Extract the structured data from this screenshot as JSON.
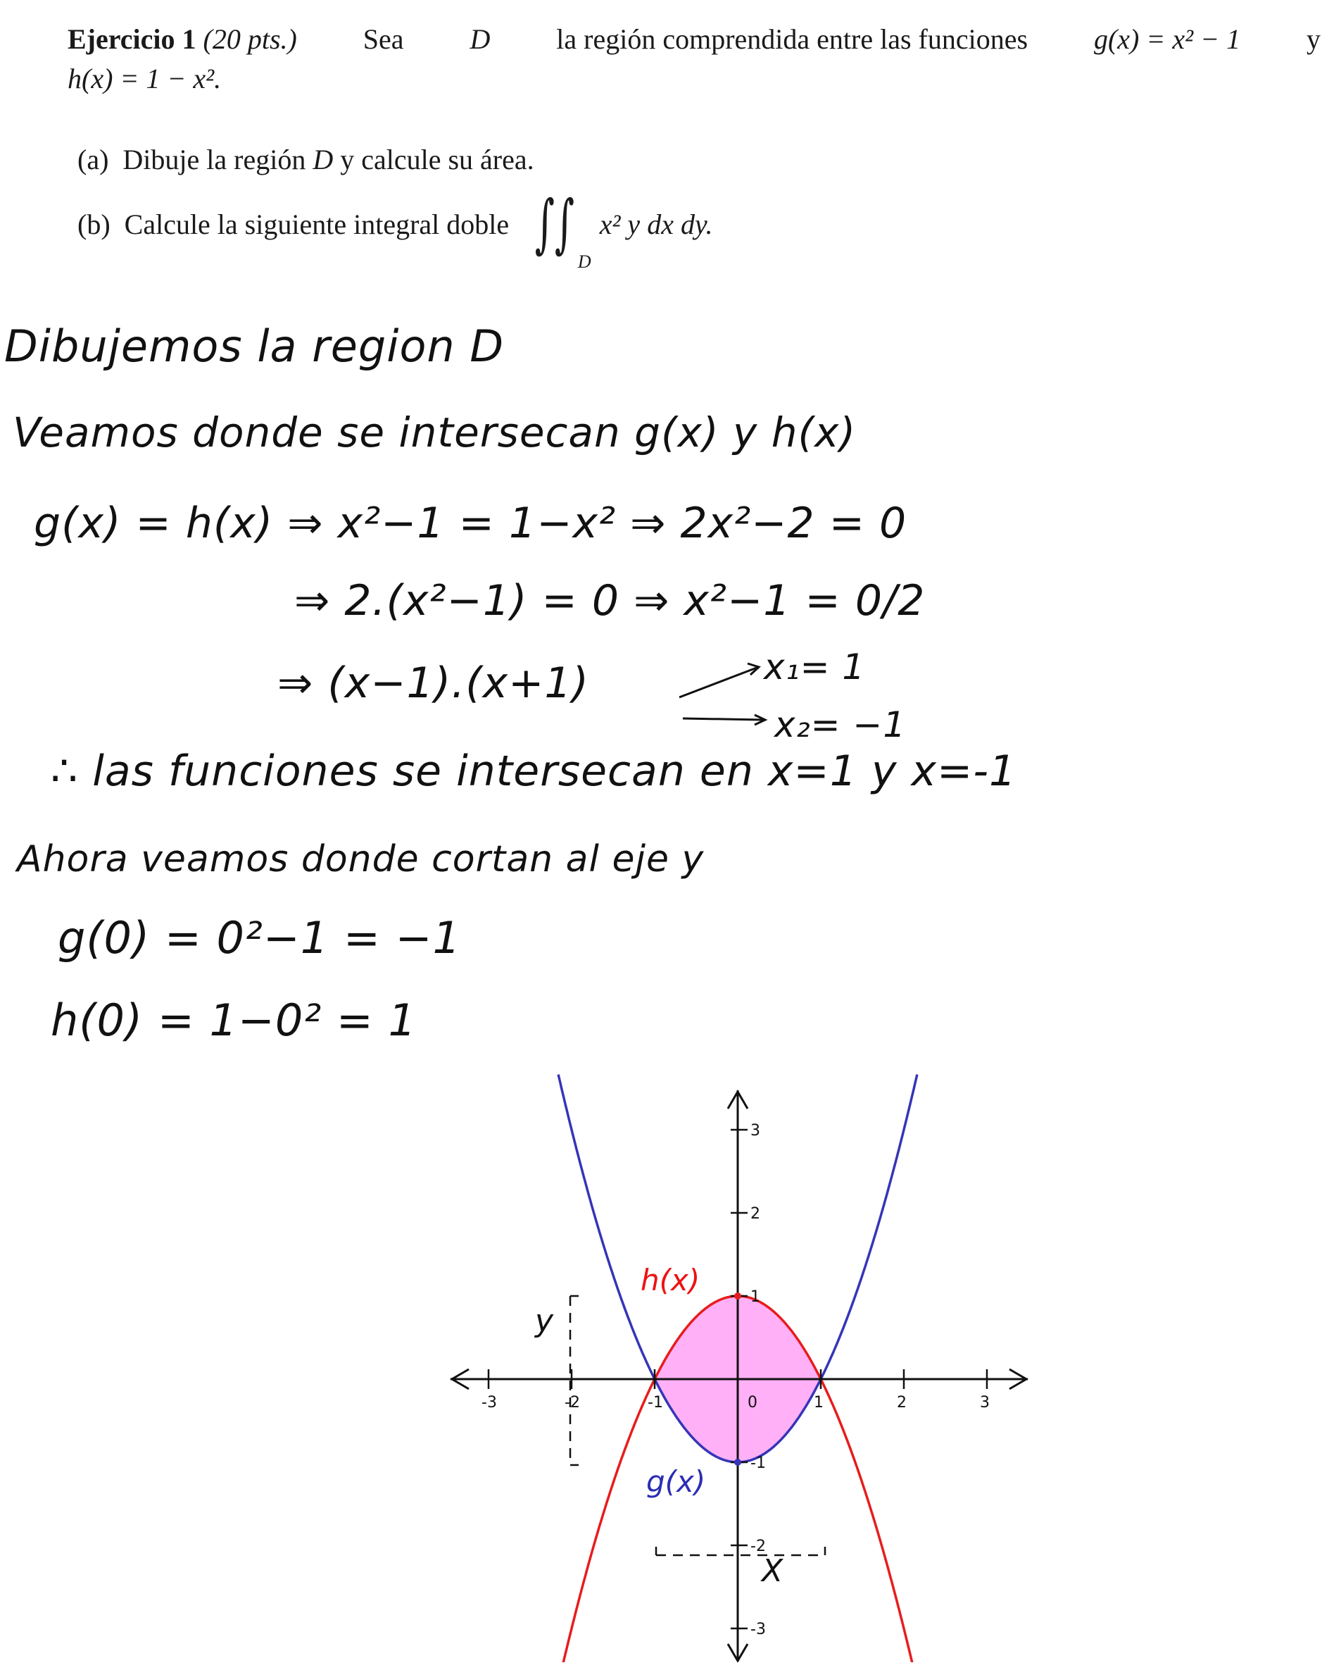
{
  "exercise": {
    "title": "Ejercicio 1",
    "points": "(20 pts.)",
    "statement_text": "Sea",
    "region": "D",
    "statement_mid": "la región comprendida entre las funciones",
    "g_def": "g(x) = x² − 1",
    "conj": "y",
    "h_def": "h(x) = 1 − x².",
    "part_a_label": "(a)",
    "part_a_text": "Dibuje la región",
    "part_a_region": "D",
    "part_a_tail": "y calcule su área.",
    "part_b_label": "(b)",
    "part_b_text": "Calcule la siguiente integral doble",
    "integral_sign": "∫∫",
    "integral_region": "D",
    "integrand": "x² y dx dy."
  },
  "notes": {
    "line1": "Dibujemos la region D",
    "line2": "Veamos donde se intersecan g(x) y h(x)",
    "line3": "g(x) = h(x)  ⇒  x²−1 = 1−x²  ⇒ 2x²−2 = 0",
    "line4": "⇒ 2.(x²−1) = 0  ⇒ x²−1 = 0/2",
    "line5": "⇒ (x−1).(x+1)",
    "root1": "x₁= 1",
    "root2": "x₂= −1",
    "line6": "∴ las funciones se intersecan en x=1 y x=-1",
    "line7": "Ahora veamos donde cortan al eje y",
    "line8": "g(0) = 0²−1 = −1",
    "line9": "h(0) = 1−0² = 1"
  },
  "graph": {
    "x_ticks": [
      "-3",
      "-2",
      "-1",
      "0",
      "1",
      "2",
      "3"
    ],
    "y_ticks_pos": [
      "1",
      "2",
      "3"
    ],
    "y_ticks_neg": [
      "-1",
      "-2",
      "-3"
    ],
    "h_label": "h(x)",
    "g_label": "g(x)",
    "x_axis_name": "X",
    "y_axis_name": "y",
    "colors": {
      "h_curve": "#e81c1c",
      "g_curve": "#3535b8",
      "region_fill": "#ffb0f6"
    }
  }
}
